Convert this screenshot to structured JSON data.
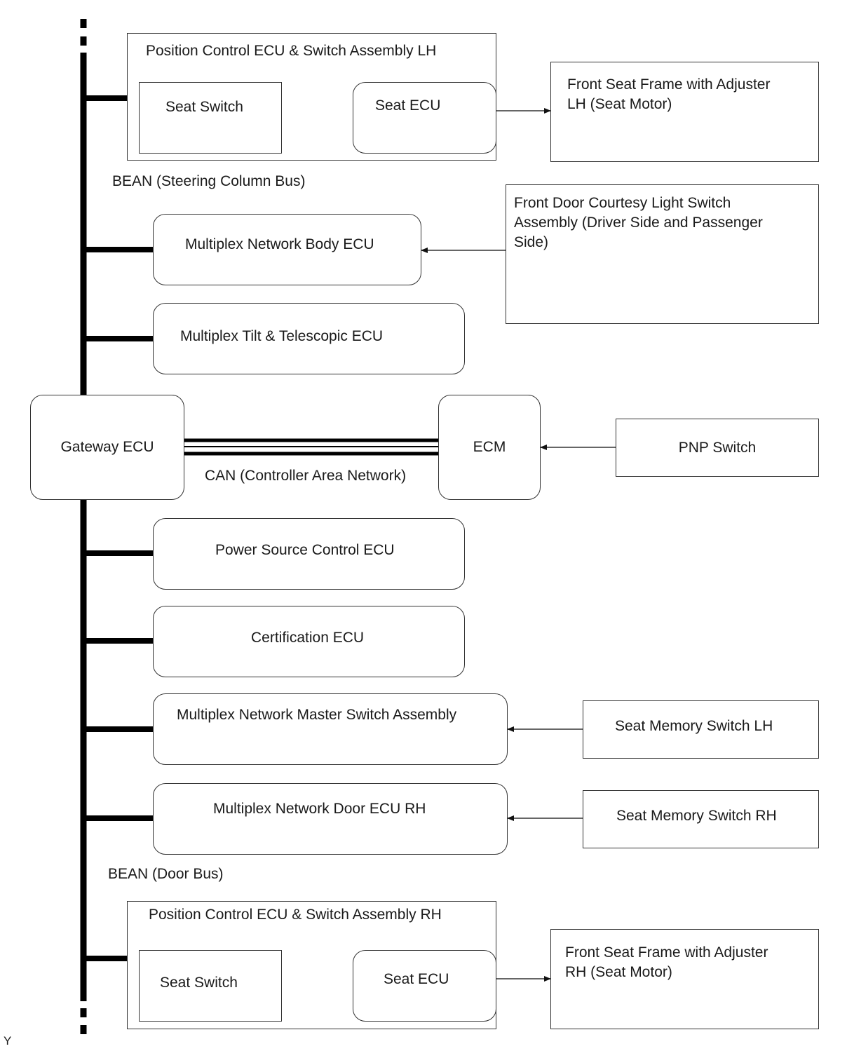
{
  "bus_labels": {
    "bean_steering": "BEAN (Steering Column Bus)",
    "bean_door": "BEAN (Door Bus)",
    "can": "CAN (Controller Area Network)"
  },
  "top_assembly": {
    "title": "Position Control ECU & Switch Assembly LH",
    "seat_switch": "Seat Switch",
    "seat_ecu": "Seat ECU",
    "seat_frame": "Front Seat Frame with Adjuster\nLH (Seat Motor)"
  },
  "body_ecu": "Multiplex Network Body ECU",
  "courtesy_switch": "Front Door Courtesy Light Switch\nAssembly (Driver Side and Passenger\nSide)",
  "tilt_ecu": "Multiplex Tilt & Telescopic ECU",
  "gateway_ecu": "Gateway ECU",
  "ecm": "ECM",
  "pnp_switch": "PNP Switch",
  "power_source_ecu": "Power Source Control ECU",
  "certification_ecu": "Certification ECU",
  "master_switch": "Multiplex Network Master Switch Assembly",
  "memory_lh": "Seat Memory Switch LH",
  "door_ecu_rh": "Multiplex Network Door ECU RH",
  "memory_rh": "Seat Memory Switch RH",
  "bottom_assembly": {
    "title": "Position Control ECU & Switch Assembly RH",
    "seat_switch": "Seat Switch",
    "seat_ecu": "Seat ECU",
    "seat_frame": "Front Seat Frame with Adjuster\nRH (Seat Motor)"
  },
  "figure_code": "Y"
}
